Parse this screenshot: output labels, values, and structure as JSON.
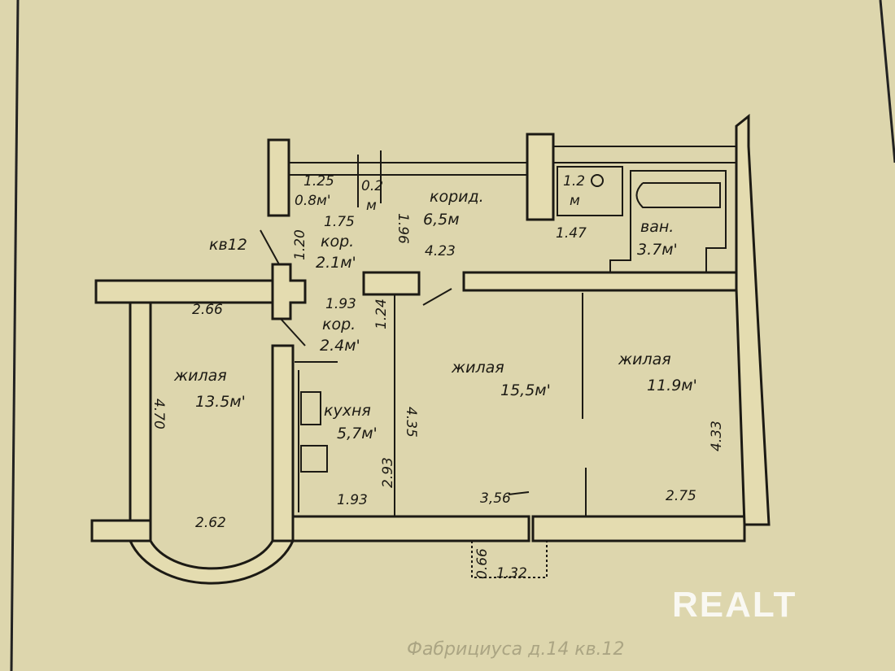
{
  "apartment_label": "кв12",
  "rooms": [
    {
      "name": "корид.",
      "area": "6,5м"
    },
    {
      "name": "ван.",
      "area": "3.7м'"
    },
    {
      "name": "кор.",
      "area": "2.1м'"
    },
    {
      "name": "кор.",
      "area": "2.4м'"
    },
    {
      "name": "жилая",
      "area": "13.5м'"
    },
    {
      "name": "кухня",
      "area": "5,7м'"
    },
    {
      "name": "жилая",
      "area": "15,5м'"
    },
    {
      "name": "жилая",
      "area": "11.9м'"
    }
  ],
  "small_rooms": {
    "closet_a": {
      "dim": "1.25",
      "area": "0.8м'"
    },
    "closet_b": {
      "area": "0.2",
      "unit": "м"
    },
    "wc": {
      "area": "1.2",
      "unit": "м"
    }
  },
  "dimensions": {
    "d_175": "1.75",
    "d_120": "1.20",
    "d_196": "1.96",
    "d_423": "4.23",
    "d_147": "1.47",
    "d_266": "2.66",
    "d_193a": "1.93",
    "d_124": "1.24",
    "d_470": "4.70",
    "d_262": "2.62",
    "d_293": "2.93",
    "d_193b": "1.93",
    "d_435": "4.35",
    "d_356": "3,56",
    "d_275": "2.75",
    "d_433": "4.33",
    "d_066": "0.66",
    "d_132": "1.32"
  },
  "footer_handwriting": "Фабрициуса д.14 кв.12",
  "watermark": "REALT",
  "colors": {
    "paper": "#ddd6ad",
    "ink": "#1c1a14"
  }
}
